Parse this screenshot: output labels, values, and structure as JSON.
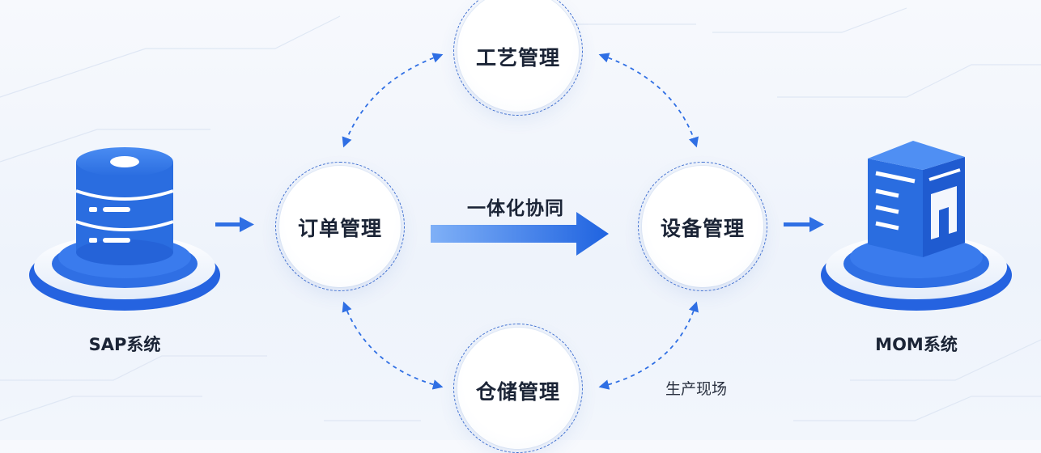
{
  "diagram": {
    "center_label": "一体化协同",
    "note": "生产现场",
    "nodes": {
      "top": "工艺管理",
      "left": "订单管理",
      "right": "设备管理",
      "bottom": "仓储管理"
    },
    "systems": {
      "left": "SAP系统",
      "right": "MOM系统"
    }
  },
  "colors": {
    "accent": "#2f6fe4",
    "accent_dark": "#1e56c9",
    "dashed": "#3f6fd0",
    "text": "#1b2436"
  },
  "icons": {
    "left_system": "database-icon",
    "right_system": "factory-building-icon"
  }
}
